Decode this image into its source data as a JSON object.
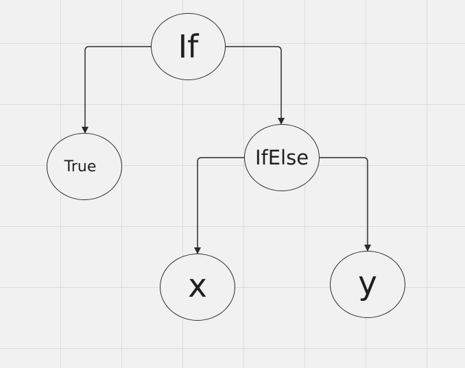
{
  "diagram": {
    "nodes": {
      "if": {
        "label": "If"
      },
      "true": {
        "label": "True"
      },
      "ifelse": {
        "label": "IfElse"
      },
      "x": {
        "label": "x"
      },
      "y": {
        "label": "y"
      }
    },
    "edges": [
      {
        "from": "If",
        "to": "True"
      },
      {
        "from": "If",
        "to": "IfElse"
      },
      {
        "from": "IfElse",
        "to": "x"
      },
      {
        "from": "IfElse",
        "to": "y"
      }
    ],
    "colors": {
      "background": "#f1f1f1",
      "grid": "#dcdcdc",
      "stroke": "#2a2a2a",
      "text": "#1f1f1f"
    }
  }
}
